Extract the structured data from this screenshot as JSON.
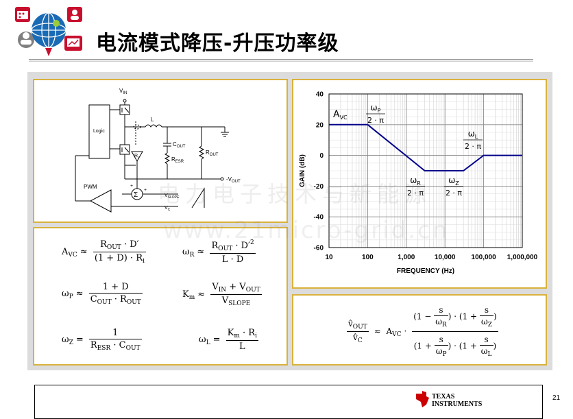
{
  "title": "电流模式降压-升压功率级",
  "page_number": "21",
  "watermark": {
    "line1": "电力电子技术与新能源",
    "line2": "www.21micro-grid.cn"
  },
  "brand": {
    "line1": "TEXAS",
    "line2": "INSTRUMENTS",
    "color": "#cc0000"
  },
  "circuit": {
    "vin": "V",
    "vin_sub": "IN",
    "logic": "Logic",
    "inductor": "L",
    "cout": "C",
    "cout_sub": "OUT",
    "resr": "R",
    "resr_sub": "ESR",
    "rout": "R",
    "rout_sub": "OUT",
    "vout": "-V",
    "vout_sub": "OUT",
    "ri": "R",
    "ri_sub": "i",
    "pwm": "PWM",
    "sigma": "Σ",
    "plus": "+",
    "vslope": "V",
    "vslope_sub": "SLOPE",
    "vc": "V",
    "vc_sub": "C"
  },
  "equations": {
    "avc": {
      "lhs": "A",
      "lhs_sub": "VC",
      "rel": "≈",
      "num": "R",
      "num_sub": "OUT",
      "num_rest": " · D′",
      "den": "(1 + D) · R",
      "den_sub": "i"
    },
    "wr": {
      "lhs": "ω",
      "lhs_sub": "R",
      "rel": "≈",
      "num": "R",
      "num_sub": "OUT",
      "num_rest": " · D′",
      "num_sup": "2",
      "den": "L · D"
    },
    "wp": {
      "lhs": "ω",
      "lhs_sub": "P",
      "rel": "≈",
      "num": "1 + D",
      "den_a": "C",
      "den_a_sub": "OUT",
      "den_mid": " · R",
      "den_b_sub": "OUT"
    },
    "km": {
      "lhs": "K",
      "lhs_sub": "m",
      "rel": "≈",
      "num_a": "V",
      "num_a_sub": "IN",
      "num_mid": " + V",
      "num_b_sub": "OUT",
      "den": "V",
      "den_sub": "SLOPE"
    },
    "wz": {
      "lhs": "ω",
      "lhs_sub": "Z",
      "rel": "=",
      "num": "1",
      "den_a": "R",
      "den_a_sub": "ESR",
      "den_mid": " · C",
      "den_b_sub": "OUT"
    },
    "wl": {
      "lhs": "ω",
      "lhs_sub": "L",
      "rel": "=",
      "num_a": "K",
      "num_a_sub": "m",
      "num_mid": " · R",
      "num_b_sub": "i",
      "den": "L"
    }
  },
  "transfer": {
    "num": "v̂",
    "num_sub": "OUT",
    "den": "v̂",
    "den_sub": "C",
    "rel": "≈",
    "gain": "A",
    "gain_sub": "VC",
    "f1": "1 −",
    "f2": "1 +",
    "f3": "1 +",
    "f4": "1 +",
    "s": "s",
    "w": "ω",
    "w1_sub": "R",
    "w2_sub": "Z",
    "w3_sub": "P",
    "w4_sub": "L"
  },
  "chart_data": {
    "type": "line",
    "x_scale": "log",
    "xlabel": "FREQUENCY (Hz)",
    "ylabel": "GAIN (dB)",
    "x_ticks": [
      10,
      100,
      1000,
      10000,
      100000,
      1000000
    ],
    "x_tick_labels": [
      "10",
      "100",
      "1,000",
      "10,000",
      "100,000",
      "1,000,000"
    ],
    "y_ticks": [
      40,
      20,
      0,
      -20,
      -40,
      -60
    ],
    "y_tick_labels": [
      "40",
      "20",
      "0",
      "-20",
      "-40",
      "-60"
    ],
    "xlim": [
      10,
      1000000
    ],
    "ylim": [
      -60,
      40
    ],
    "grid": true,
    "color": "#00008b",
    "series": [
      {
        "x": [
          10,
          100,
          3000,
          30000,
          100000,
          1000000
        ],
        "y": [
          20,
          20,
          -10,
          -10,
          0,
          0
        ]
      }
    ],
    "annotations": [
      {
        "text": "A",
        "sub": "VC",
        "frac": false
      },
      {
        "text": "ω",
        "sub": "P",
        "den": "2 · π",
        "frac": true
      },
      {
        "text": "ω",
        "sub": "R",
        "den": "2 · π",
        "frac": true
      },
      {
        "text": "ω",
        "sub": "Z",
        "den": "2 · π",
        "frac": true
      },
      {
        "text": "ω",
        "sub": "L",
        "den": "2 · π",
        "frac": true
      }
    ]
  }
}
